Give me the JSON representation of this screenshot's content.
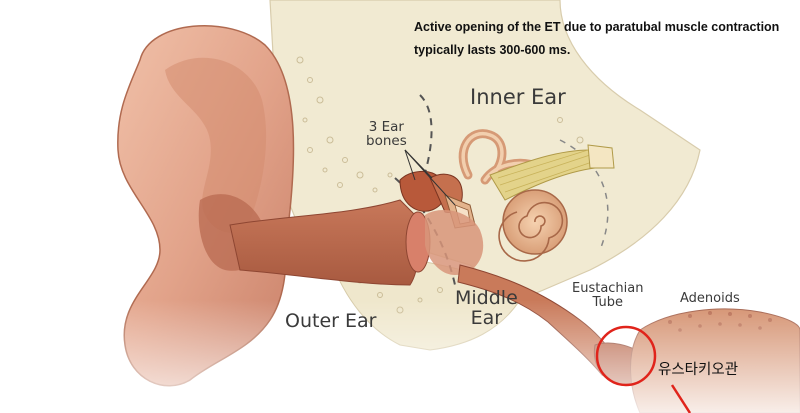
{
  "caption": {
    "line1": "Active opening of the ET due to paratubal muscle contraction",
    "line2": "typically lasts 300-600 ms."
  },
  "labels": {
    "inner_ear": "Inner Ear",
    "ear_bones_line1": "3 Ear",
    "ear_bones_line2": "bones",
    "outer_ear": "Outer Ear",
    "middle_ear_line1": "Middle",
    "middle_ear_line2": "Ear",
    "eustachian_line1": "Eustachian",
    "eustachian_line2": "Tube",
    "adenoids": "Adenoids",
    "korean_annotation": "유스타키오관"
  },
  "colors": {
    "skin": "#e2a38a",
    "canal": "#b8664a",
    "bone": "#f1ead2",
    "annotation": "#e0241b"
  }
}
